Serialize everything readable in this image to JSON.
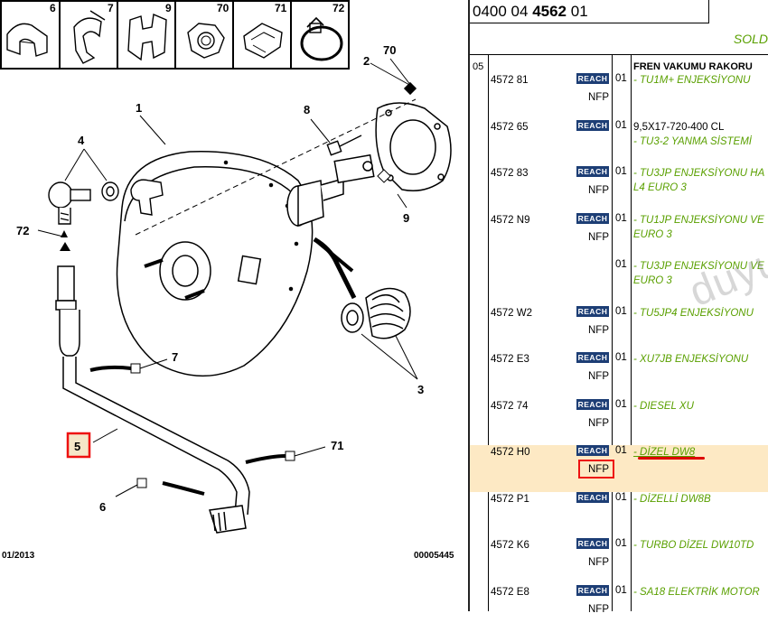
{
  "diagram": {
    "thumbnails": [
      "6",
      "7",
      "9",
      "70",
      "71",
      "72"
    ],
    "callouts": {
      "c1": "1",
      "c2": "2",
      "c3": "3",
      "c4": "4",
      "c5": "5",
      "c6": "6",
      "c7": "7",
      "c8": "8",
      "c9": "9",
      "c70": "70",
      "c71": "71",
      "c72": "72"
    },
    "footer_left": "01/2013",
    "footer_right": "00005445",
    "watermark": "duyukoto.com"
  },
  "catalog": {
    "header_prefix": "0400 04",
    "header_bold": "4562",
    "header_suffix": "01",
    "sold_label": "SOLD",
    "section": "05",
    "title": "FREN VAKUMU RAKORU",
    "reach_badge": "REACH",
    "rows": [
      {
        "pn": "4572 81",
        "nfp": "NFP",
        "qty": "01",
        "desc1": "- TU1M+ ENJEKSİYONU",
        "desc2": ""
      },
      {
        "pn": "4572 65",
        "nfp": "",
        "qty": "01",
        "desc1": "9,5X17-720-400 CL",
        "desc2": "- TU3-2 YANMA SİSTEMİ"
      },
      {
        "pn": "4572 83",
        "nfp": "NFP",
        "qty": "01",
        "desc1": "- TU3JP ENJEKSİYONU HA",
        "desc2": "L4 EURO 3"
      },
      {
        "pn": "4572 N9",
        "nfp": "NFP",
        "qty": "01",
        "desc1": "- TU1JP ENJEKSİYONU VE",
        "desc2": "EURO 3"
      },
      {
        "pn": "",
        "nfp": "",
        "qty": "01",
        "desc1": "- TU3JP ENJEKSİYONU VE",
        "desc2": "EURO 3"
      },
      {
        "pn": "4572 W2",
        "nfp": "NFP",
        "qty": "01",
        "desc1": "- TU5JP4 ENJEKSİYONU",
        "desc2": ""
      },
      {
        "pn": "4572 E3",
        "nfp": "NFP",
        "qty": "01",
        "desc1": "- XU7JB ENJEKSİYONU",
        "desc2": ""
      },
      {
        "pn": "4572 74",
        "nfp": "NFP",
        "qty": "01",
        "desc1": "- DIESEL XU",
        "desc2": ""
      },
      {
        "pn": "4572 H0",
        "nfp": "NFP",
        "qty": "01",
        "desc1": "- DİZEL DW8",
        "desc2": ""
      },
      {
        "pn": "4572 P1",
        "nfp": "",
        "qty": "01",
        "desc1": "- DİZELLİ DW8B",
        "desc2": ""
      },
      {
        "pn": "4572 K6",
        "nfp": "NFP",
        "qty": "01",
        "desc1": "- TURBO DİZEL DW10TD",
        "desc2": ""
      },
      {
        "pn": "4572 E8",
        "nfp": "NFP",
        "qty": "01",
        "desc1": "- SA18 ELEKTRİK MOTOR",
        "desc2": ""
      }
    ]
  },
  "colors": {
    "reach_bg": "#1d3e75",
    "desc_green": "#5aa000",
    "highlight": "#fde9c4",
    "marker_red": "#e11111"
  }
}
